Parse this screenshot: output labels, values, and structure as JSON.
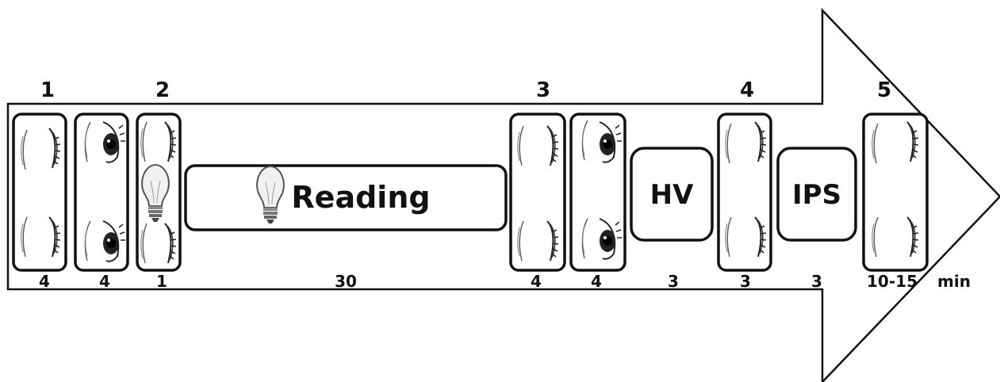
{
  "segments": [
    "1",
    "2",
    "3",
    "4",
    "5"
  ],
  "steps": [
    {
      "kind": "eyes-closed",
      "duration": "4"
    },
    {
      "kind": "eyes-open",
      "duration": "4"
    },
    {
      "kind": "eyes-closed-bulb",
      "duration": "1"
    },
    {
      "kind": "reading",
      "label": "Reading",
      "duration": "30"
    },
    {
      "kind": "eyes-closed",
      "duration": "4"
    },
    {
      "kind": "eyes-open",
      "duration": "4"
    },
    {
      "kind": "label-box",
      "label": "HV",
      "duration": "3"
    },
    {
      "kind": "eyes-closed",
      "duration": "3"
    },
    {
      "kind": "label-box",
      "label": "IPS",
      "duration": "3"
    },
    {
      "kind": "eyes-closed",
      "duration": "10-15"
    }
  ],
  "unit": "min",
  "icons": [
    "closed-eyes-icon",
    "open-eyes-icon",
    "light-bulb-icon",
    "arrow-shape"
  ]
}
